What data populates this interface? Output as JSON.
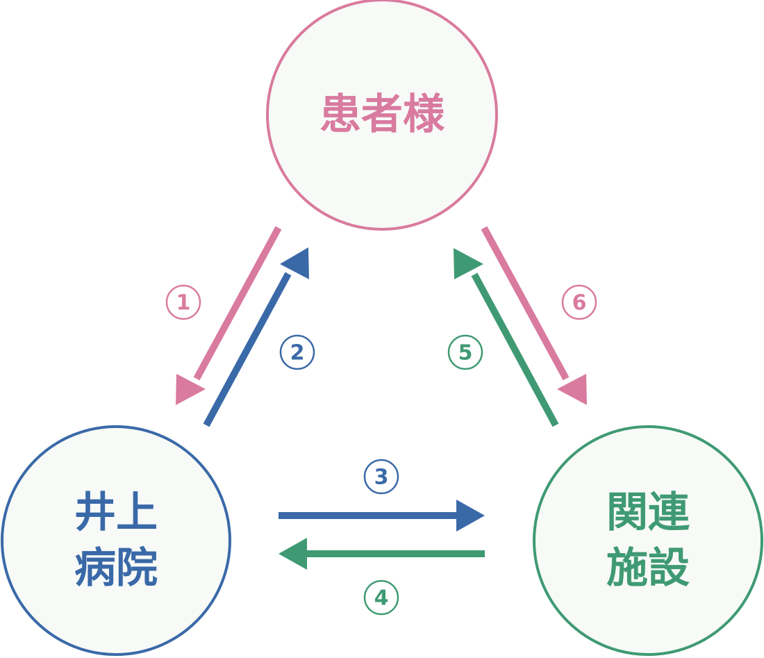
{
  "colors": {
    "patient": "#d97a9f",
    "hospital": "#3a69a8",
    "facility": "#3f9a73"
  },
  "nodes": {
    "patient": {
      "line1": "患者様",
      "line2": ""
    },
    "hospital": {
      "line1": "井上",
      "line2": "病院"
    },
    "facility": {
      "line1": "関連",
      "line2": "施設"
    }
  },
  "steps": {
    "s1": "1",
    "s2": "2",
    "s3": "3",
    "s4": "4",
    "s5": "5",
    "s6": "6"
  }
}
